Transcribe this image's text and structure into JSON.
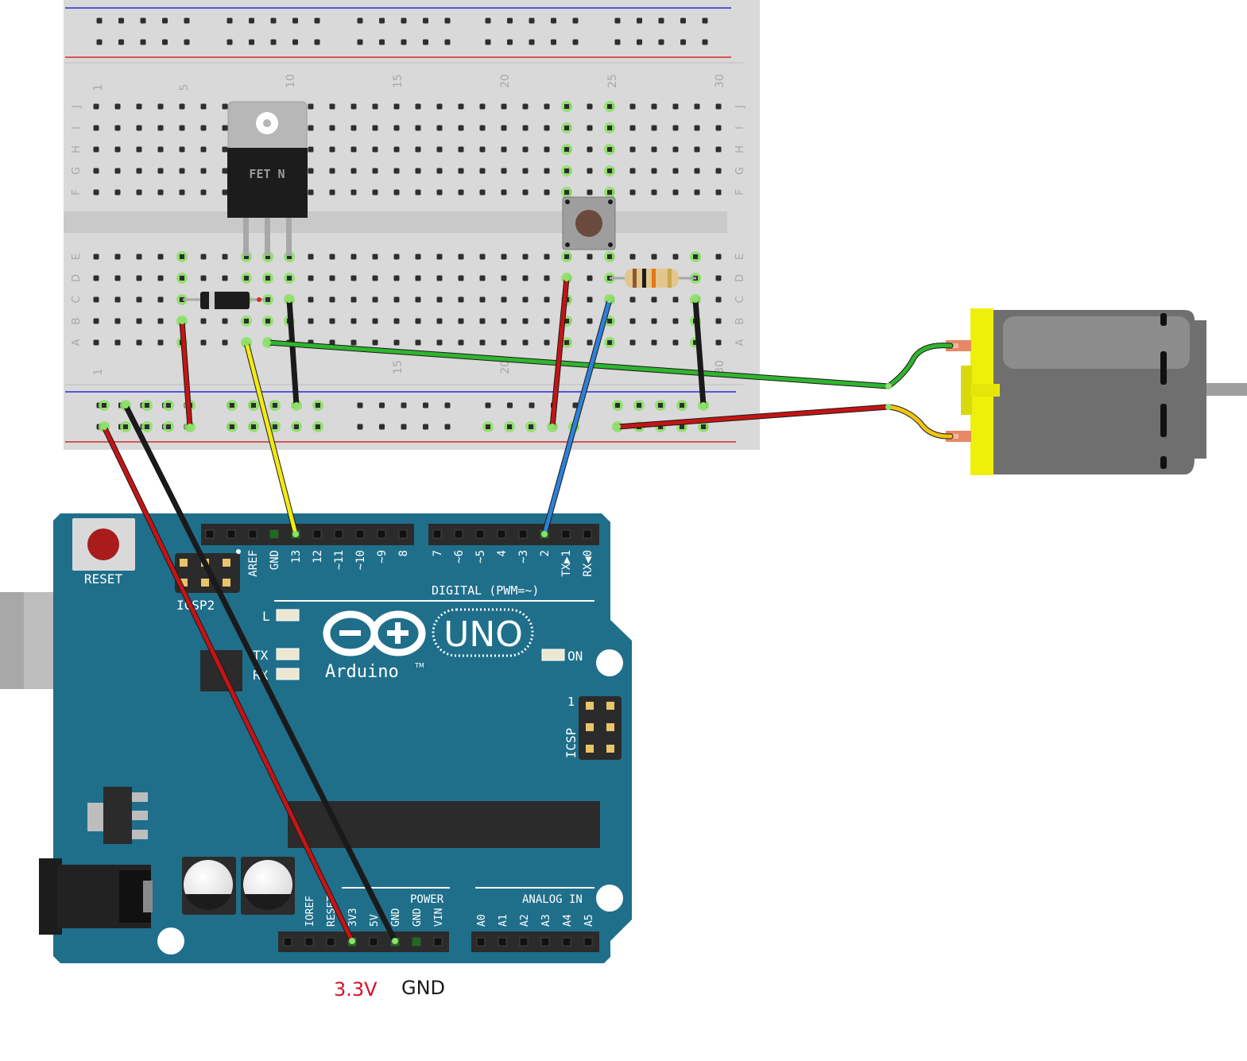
{
  "breadboard": {
    "column_numbers": [
      "1",
      "5",
      "10",
      "15",
      "20",
      "25",
      "30"
    ],
    "top_row_letters": [
      "J",
      "I",
      "H",
      "G",
      "F"
    ],
    "bottom_row_letters": [
      "E",
      "D",
      "C",
      "B",
      "A"
    ]
  },
  "mosfet": {
    "label": "FET N"
  },
  "arduino": {
    "reset_label": "RESET",
    "icsp2_label": "ICSP2",
    "icsp_label": "ICSP",
    "icsp_pin1": "1",
    "led_l": "L",
    "led_tx": "TX",
    "led_rx": "RX",
    "on_label": "ON",
    "brand": "Arduino",
    "trademark": "TM",
    "model": "UNO",
    "digital_header_label": "DIGITAL (PWM=~)",
    "digital_pins": [
      "AREF",
      "GND",
      "13",
      "12",
      "~11",
      "~10",
      "~9",
      "8",
      "7",
      "~6",
      "~5",
      "4",
      "~3",
      "2",
      "TX▶1",
      "RX◀0"
    ],
    "power_header_label": "POWER",
    "power_pins": [
      "IOREF",
      "RESET",
      "3V3",
      "5V",
      "GND",
      "GND",
      "VIN"
    ],
    "analog_header_label": "ANALOG IN",
    "analog_pins": [
      "A0",
      "A1",
      "A2",
      "A3",
      "A4",
      "A5"
    ]
  },
  "callouts": {
    "supply_voltage": "3.3V",
    "ground": "GND"
  },
  "colors": {
    "board_blue": "#1f6f8b",
    "wire_red": "#c41414",
    "wire_black": "#1a1a1a",
    "wire_yellow": "#f2ea12",
    "wire_green": "#2fb52f",
    "wire_blue": "#2f7fd6",
    "motor_yellow": "#eef00a",
    "callout_red": "#d4122a"
  }
}
